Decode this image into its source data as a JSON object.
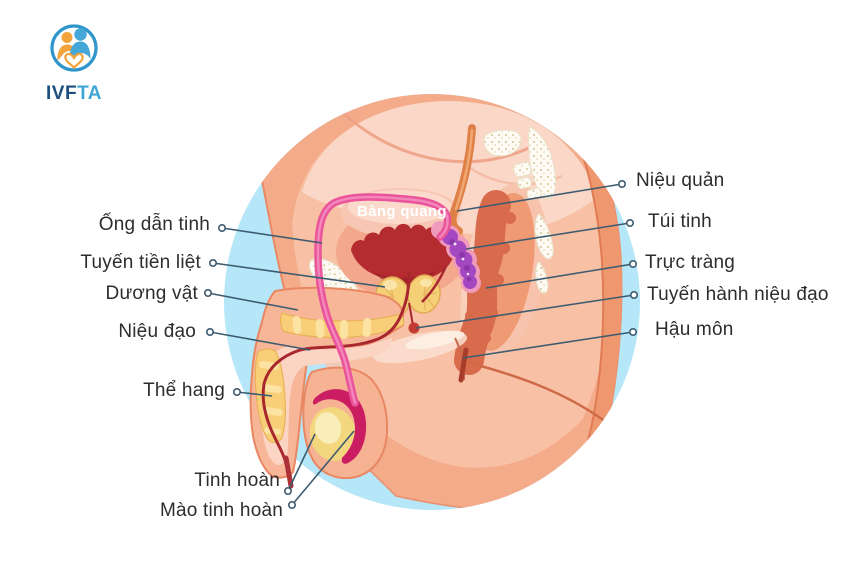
{
  "logo": {
    "brand_primary": "IVF",
    "brand_secondary": "TA",
    "icon": "family-heart-circle-icon"
  },
  "illustration": {
    "title_context": "Male reproductive system cross-section diagram",
    "center_label": "Bàng quang",
    "left_labels": [
      "Ống dẫn tinh",
      "Tuyến tiền liệt",
      "Dương vật",
      "Niệu đạo",
      "Thể hang",
      "Tinh hoàn",
      "Mào tinh hoàn"
    ],
    "right_labels": [
      "Niệu quản",
      "Túi tinh",
      "Trực tràng",
      "Tuyến hành niệu đạo",
      "Hậu môn"
    ]
  },
  "colors": {
    "background": "#ffffff",
    "background_circle": "#b5e7f8",
    "skin_main": "#f4ab89",
    "skin_light": "#fbd7c8",
    "bladder_red": "#b42c30",
    "vas_deferens_pink": "#e9549a",
    "ureter_orange": "#df8147",
    "seminal_vesicle_purple": "#a348c1",
    "prostate_yellow": "#f6d077",
    "epididymis_magenta": "#cb1d62",
    "leader_line": "#3e5c70",
    "label_text": "#2d2d2d",
    "logo_primary": "#1d4e7e",
    "logo_secondary": "#3fa7d6"
  }
}
